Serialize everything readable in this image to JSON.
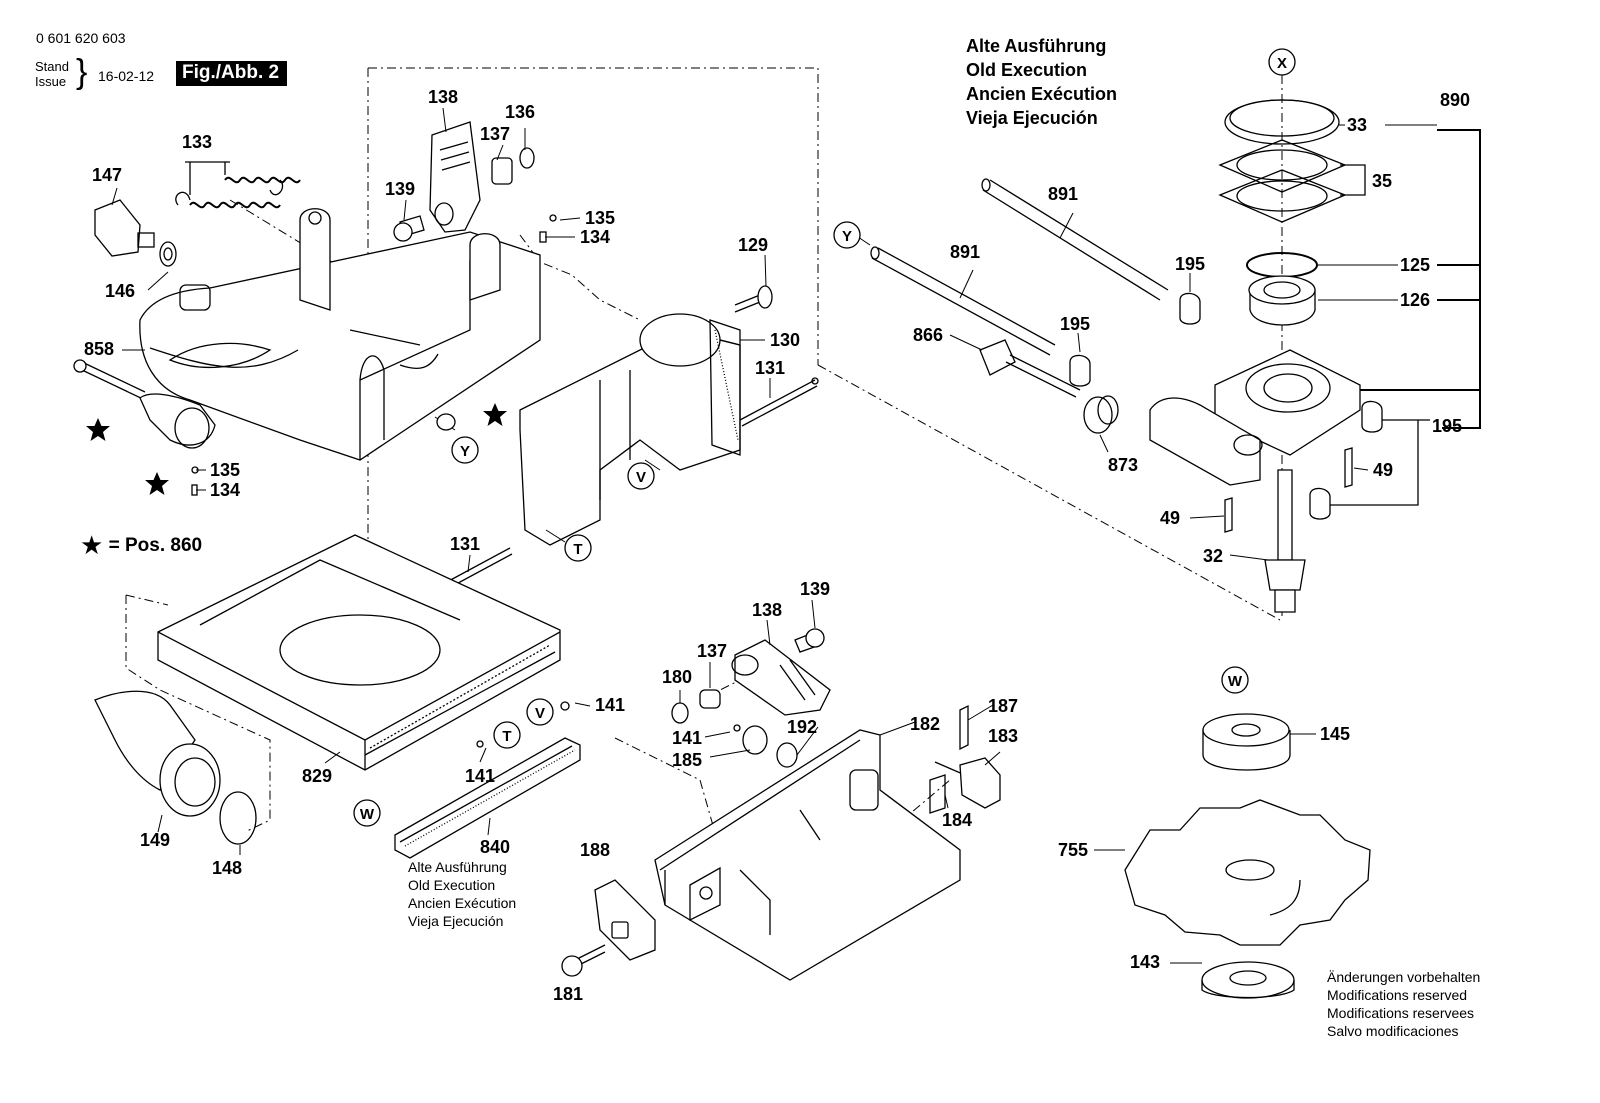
{
  "header": {
    "part_number": "0 601 620 603",
    "stand_label": "Stand",
    "issue_label": "Issue",
    "date": "16-02-12",
    "figure": "Fig./Abb. 2"
  },
  "old_execution_top": [
    "Alte Ausführung",
    "Old Execution",
    "Ancien Exécution",
    "Vieja Ejecución"
  ],
  "old_execution_bottom": [
    "Alte Ausführung",
    "Old Execution",
    "Ancien Exécution",
    "Vieja Ejecución"
  ],
  "modifications": [
    "Änderungen vorbehalten",
    "Modifications reserved",
    "Modifications reservees",
    "Salvo modificaciones"
  ],
  "legend": {
    "symbol": "★",
    "text": "= Pos. 860"
  },
  "reference_markers": {
    "X": "X",
    "Y_left": "Y",
    "Y_right": "Y",
    "V_mid": "V",
    "V_base": "V",
    "T_mid": "T",
    "T_base": "T",
    "W_base": "W",
    "W_blade": "W"
  },
  "parts": {
    "p133": "133",
    "p147": "147",
    "p146": "146",
    "p858": "858",
    "p135a": "135",
    "p134a": "134",
    "p138a": "138",
    "p137a": "137",
    "p136": "136",
    "p139a": "139",
    "p135b": "135",
    "p134b": "134",
    "p129": "129",
    "p130": "130",
    "p131a": "131",
    "p131b": "131",
    "p141a": "141",
    "p141b": "141",
    "p829": "829",
    "p149": "149",
    "p148": "148",
    "p840": "840",
    "p139b": "139",
    "p138b": "138",
    "p137b": "137",
    "p180": "180",
    "p141c": "141",
    "p185": "185",
    "p192": "192",
    "p182": "182",
    "p187": "187",
    "p183": "183",
    "p184": "184",
    "p188": "188",
    "p181": "181",
    "p890": "890",
    "p33": "33",
    "p35": "35",
    "p891a": "891",
    "p891b": "891",
    "p195a": "195",
    "p195b": "195",
    "p195c": "195",
    "p125": "125",
    "p126": "126",
    "p866": "866",
    "p873": "873",
    "p49a": "49",
    "p49b": "49",
    "p32": "32",
    "p145": "145",
    "p755": "755",
    "p143": "143"
  }
}
